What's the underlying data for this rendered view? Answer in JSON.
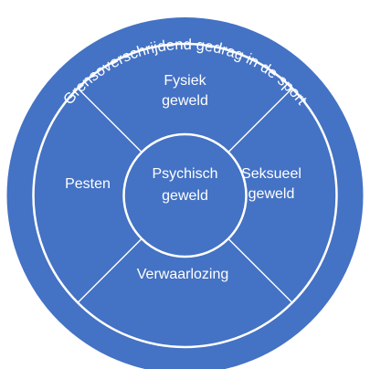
{
  "diagram": {
    "ring_title": "Grensoverschrijdend gedrag in de sport",
    "center": {
      "line1": "Psychisch",
      "line2": "geweld"
    },
    "segments": {
      "top": {
        "line1": "Fysiek",
        "line2": "geweld"
      },
      "right": {
        "line1": "Seksueel",
        "line2": "geweld"
      },
      "bottom": {
        "line1": "Verwaarlozing"
      },
      "left": {
        "line1": "Pesten"
      }
    },
    "colors": {
      "fill": "#4472c4",
      "line": "#ffffff",
      "text": "#ffffff"
    }
  }
}
